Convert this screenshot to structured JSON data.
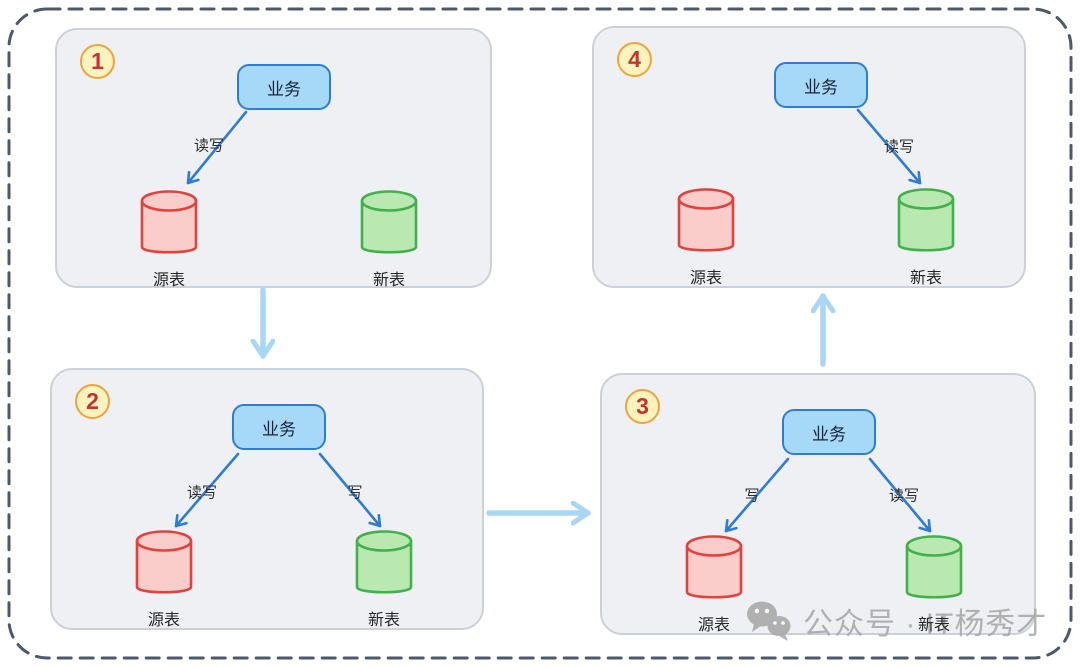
{
  "colors": {
    "panel_bg": "#eff0f3",
    "panel_border": "#ccd1d9",
    "outer_dashed_border": "#4d586a",
    "connector_arrow": "#a9d6f7",
    "flow_arrow": "#2e7cd6",
    "business_fill": "#a6d9f8",
    "business_border": "#2e7cd6",
    "badge_fill": "#fcf3bf",
    "badge_border": "#f0a23b",
    "badge_text": "#c53431",
    "source_table_fill": "#facdcb",
    "source_table_stroke": "#e2423e",
    "new_table_fill": "#b9e9b1",
    "new_table_stroke": "#42b04b",
    "watermark_color": "#a6a6a6"
  },
  "panels": [
    {
      "badge": "1",
      "business_label": "业务",
      "arrows": [
        {
          "label": "读写",
          "to": "source-table"
        }
      ],
      "source_table_label": "源表",
      "new_table_label": "新表"
    },
    {
      "badge": "2",
      "business_label": "业务",
      "arrows": [
        {
          "label": "读写",
          "to": "source-table"
        },
        {
          "label": "写",
          "to": "new-table"
        }
      ],
      "source_table_label": "源表",
      "new_table_label": "新表"
    },
    {
      "badge": "3",
      "business_label": "业务",
      "arrows": [
        {
          "label": "写",
          "to": "source-table"
        },
        {
          "label": "读写",
          "to": "new-table"
        }
      ],
      "source_table_label": "源表",
      "new_table_label": "新表"
    },
    {
      "badge": "4",
      "business_label": "业务",
      "arrows": [
        {
          "label": "读写",
          "to": "new-table"
        }
      ],
      "source_table_label": "源表",
      "new_table_label": "新表"
    }
  ],
  "connectors": [
    {
      "from": "panel-1",
      "to": "panel-2",
      "direction": "down"
    },
    {
      "from": "panel-2",
      "to": "panel-3",
      "direction": "right"
    },
    {
      "from": "panel-3",
      "to": "panel-4",
      "direction": "up"
    }
  ],
  "watermark": {
    "icon": "wechat-icon",
    "text": "公众号 · IT杨秀才"
  }
}
